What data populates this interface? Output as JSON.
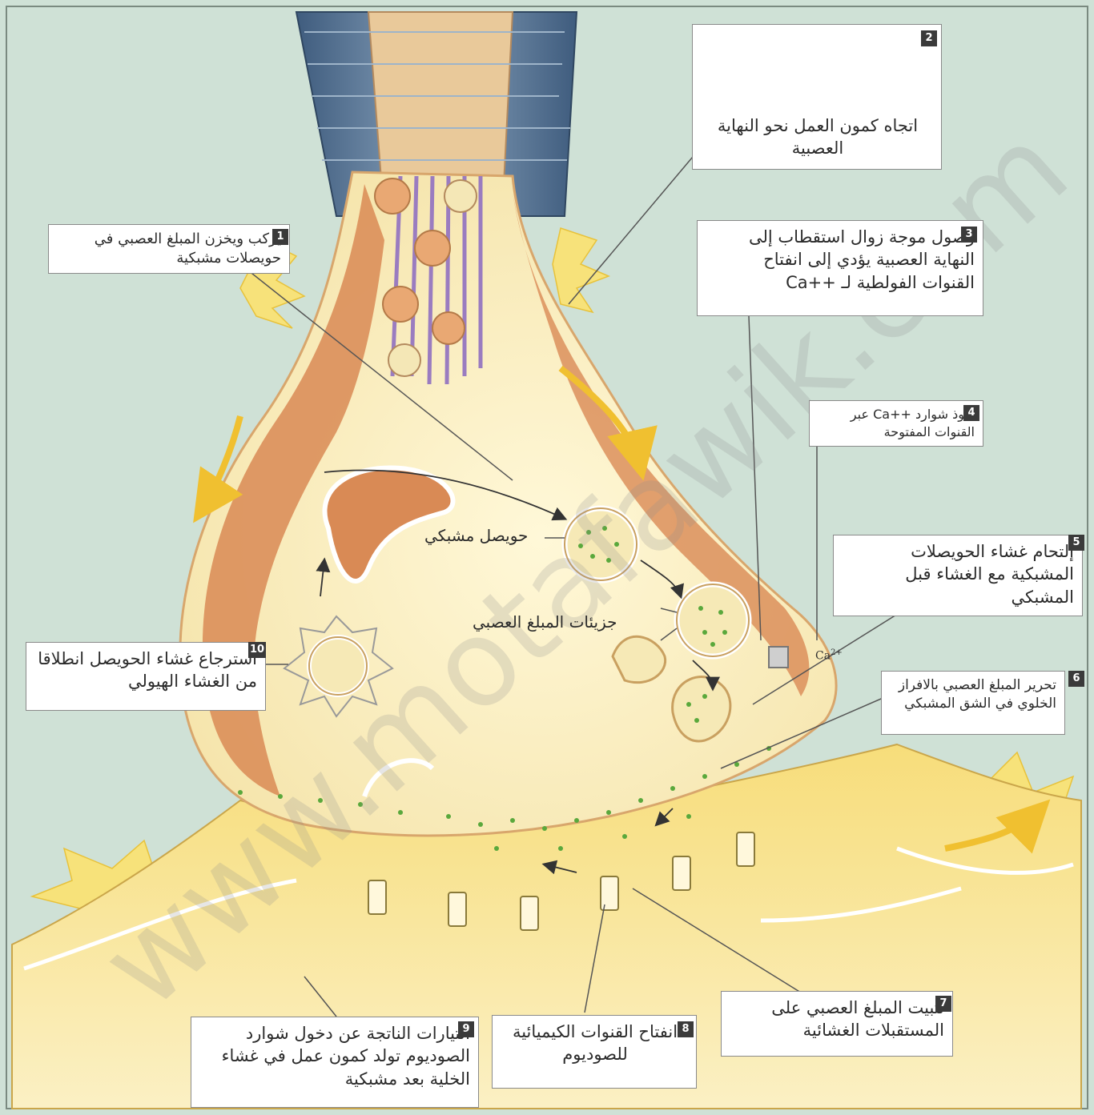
{
  "watermark": "www.motafawik.com",
  "labels": [
    {
      "id": "1",
      "text": "يركب ويخزن المبلغ العصبي في حويصلات مشبكية"
    },
    {
      "id": "2",
      "text": "اتجاه كمون العمل نحو النهاية العصبية"
    },
    {
      "id": "3",
      "text": "وصول موجة زوال استقطاب إلى النهاية العصبية يؤدي إلى انفتاح القنوات الفولطية لـ ++Ca"
    },
    {
      "id": "4",
      "text": "نفوذ شوارد ++Ca عبر القنوات المفتوحة"
    },
    {
      "id": "5",
      "text": "إلتحام غشاء الحويصلات المشبكية مع الغشاء قبل المشبكي"
    },
    {
      "id": "6",
      "text": "تحرير المبلغ العصبي بالافراز الخلوي في الشق المشبكي"
    },
    {
      "id": "7",
      "text": "تثبيت المبلغ العصبي على المستقبلات الغشائية"
    },
    {
      "id": "8",
      "text": "انفتاح القنوات الكيميائية للصوديوم"
    },
    {
      "id": "9",
      "text": "التيارات الناتجة عن دخول شوارد الصوديوم تولد كمون عمل في غشاء الخلية بعد مشبكية"
    },
    {
      "id": "10",
      "text": "استرجاع غشاء الحويصل انطلاقا من الغشاء الهيولي"
    }
  ],
  "inline_labels": {
    "vesicle": "حويصل مشبكي",
    "molecules": "جزيئات المبلغ العصبي",
    "ca_ion": "Ca",
    "ca_charge": "2+"
  },
  "colors": {
    "background": "#cfe1d6",
    "terminal_fill": "#fbf3cf",
    "terminal_shadow": "#d98a55",
    "sheath_blue": "#5f7f9e",
    "cleft_yellow": "#f4cf4b",
    "postsynaptic": "#f8e6a0",
    "molecule_green": "#5aa83c",
    "microtubule_purple": "#9a7cc0"
  }
}
